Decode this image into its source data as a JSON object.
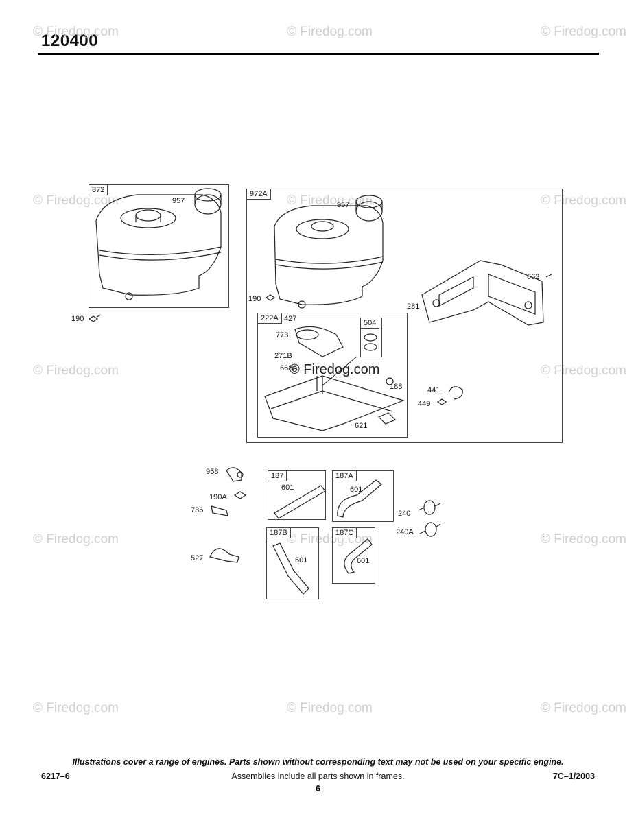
{
  "header": {
    "title": "120400"
  },
  "watermark": {
    "text": "© Firedog.com",
    "center_text": "© Firedog.com"
  },
  "frames": {
    "f872": "872",
    "f972A": "972A",
    "f222A": "222A",
    "f504": "504",
    "f187": "187",
    "f187A": "187A",
    "f187B": "187B",
    "f187C": "187C"
  },
  "parts": {
    "p957a": "957",
    "p190a": "190",
    "p957b": "957",
    "p663": "663",
    "p190b": "190",
    "p281": "281",
    "p427": "427",
    "p773": "773",
    "p271B": "271B",
    "p668A": "668A",
    "p188": "188",
    "p441": "441",
    "p449": "449",
    "p621": "621",
    "p958": "958",
    "p190A": "190A",
    "p736": "736",
    "p527": "527",
    "p601a": "601",
    "p601b": "601",
    "p601c": "601",
    "p601d": "601",
    "p240": "240",
    "p240A": "240A"
  },
  "footer": {
    "disclaimer": "Illustrations cover a range of engines. Parts shown without corresponding text may not be used on your specific engine.",
    "doc_number": "6217–6",
    "assemblies_note": "Assemblies include all parts shown in frames.",
    "revision": "7C–1/2003",
    "page_number": "6"
  }
}
